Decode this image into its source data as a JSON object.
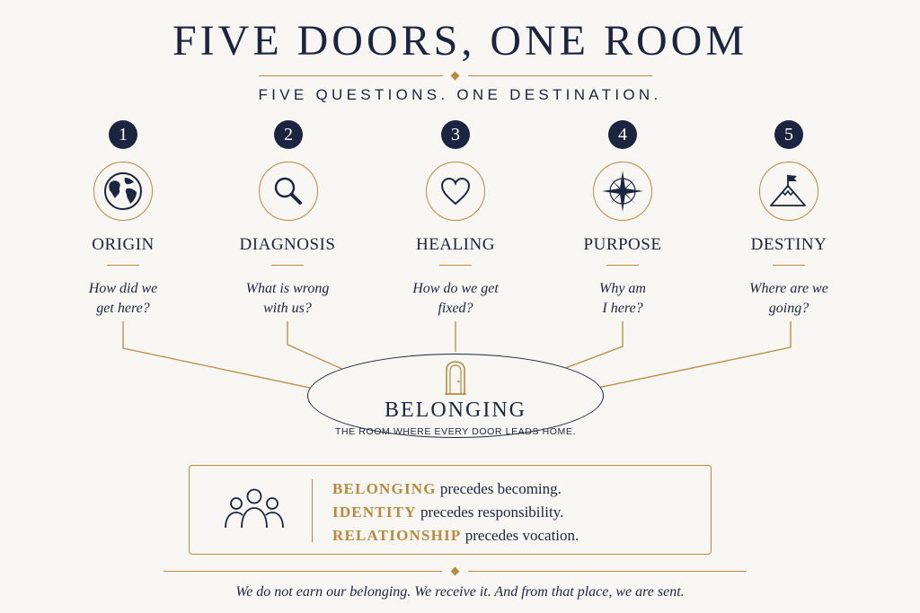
{
  "title": "FIVE DOORS, ONE ROOM",
  "subtitle": "FIVE QUESTIONS. ONE DESTINATION.",
  "colors": {
    "navy": "#1b2540",
    "gold": "#b88a3e",
    "background": "#f7f6f3"
  },
  "doors": [
    {
      "number": "1",
      "label": "ORIGIN",
      "question_line1": "How did we",
      "question_line2": "get here?",
      "icon": "globe-icon"
    },
    {
      "number": "2",
      "label": "DIAGNOSIS",
      "question_line1": "What is wrong",
      "question_line2": "with us?",
      "icon": "magnifier-icon"
    },
    {
      "number": "3",
      "label": "HEALING",
      "question_line1": "How do we get",
      "question_line2": "fixed?",
      "icon": "heart-icon"
    },
    {
      "number": "4",
      "label": "PURPOSE",
      "question_line1": "Why am",
      "question_line2": "I here?",
      "icon": "compass-icon"
    },
    {
      "number": "5",
      "label": "DESTINY",
      "question_line1": "Where are we",
      "question_line2": "going?",
      "icon": "mountain-flag-icon"
    }
  ],
  "center": {
    "title": "BELONGING",
    "subtitle": "THE ROOM WHERE EVERY DOOR LEADS HOME.",
    "icon": "door-icon"
  },
  "principles": {
    "icon": "people-group-icon",
    "items": [
      {
        "keyword": "BELONGING",
        "rest": " precedes becoming."
      },
      {
        "keyword": "IDENTITY",
        "rest": " precedes responsibility."
      },
      {
        "keyword": "RELATIONSHIP",
        "rest": " precedes vocation."
      }
    ]
  },
  "footer": "We do not earn our belonging. We receive it. And from that place, we are sent."
}
